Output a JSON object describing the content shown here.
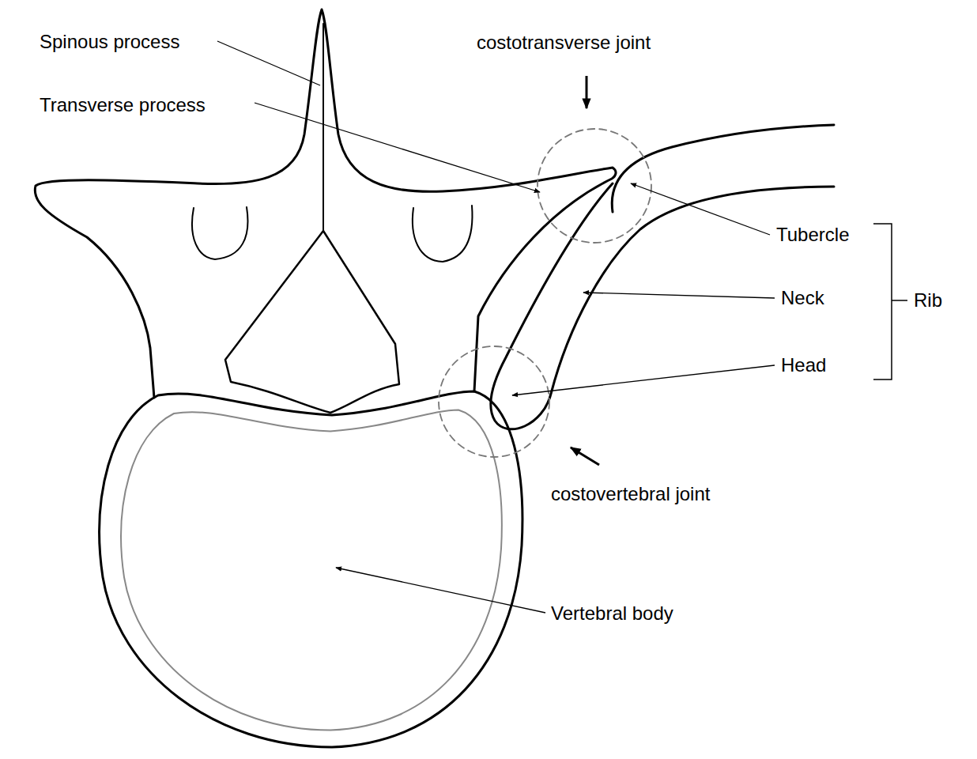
{
  "diagram": {
    "labels": [
      "Spinous process",
      "costotransverse joint",
      "Transverse process",
      "Tubercle",
      "Neck",
      "Rib",
      "Head",
      "costovertebral joint",
      "Vertebral body"
    ]
  }
}
